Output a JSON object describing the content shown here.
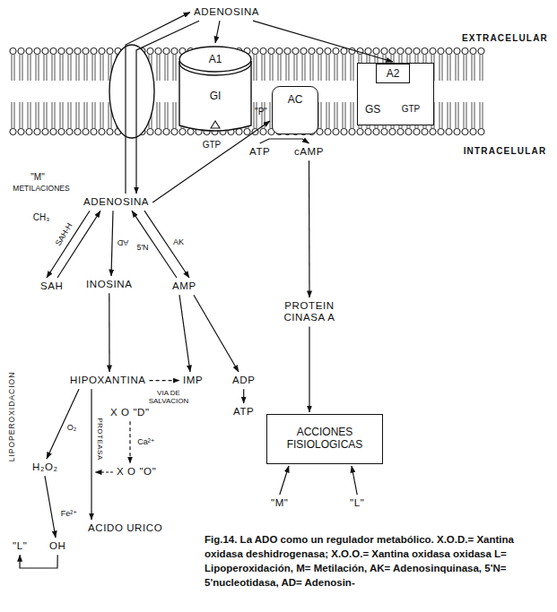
{
  "diagram": {
    "caption": "Fig.14. La ADO como un regulador metabólico. X.O.D.= Xantina oxidasa deshidrogenasa; X.O.O.= Xantina oxidasa oxidasa L= Lipoperoxidación, M= Metilación, AK= Adenosinquinasa, 5'N= 5'nucleotidasa, AD= Adenosin-",
    "nodes": [
      {
        "text": [
          "ADENOSINA"
        ]
      },
      {
        "text": [
          "GI"
        ]
      },
      {
        "text": [
          "A1"
        ],
        "in": 1
      },
      {
        "text": [
          "AC"
        ]
      },
      {
        "text": [
          "GS"
        ]
      },
      {
        "text": [
          "A2"
        ],
        "in": 4
      },
      {
        "text": [
          "ATP"
        ]
      },
      {
        "text": [
          "cAMP"
        ]
      },
      {
        "text": [
          "PROTEIN CINASA A"
        ]
      },
      {
        "text": [
          "ACCIONES FISIOLOGICAS"
        ]
      },
      {
        "text": [
          "\"M\""
        ]
      },
      {
        "text": [
          "\"L\""
        ]
      },
      {
        "text": [
          "ADENOSINA"
        ]
      },
      {
        "text": [
          "SAH"
        ]
      },
      {
        "text": [
          "INOSINA"
        ]
      },
      {
        "text": [
          "AMP"
        ]
      },
      {
        "text": [
          "HIPOXANTINA"
        ]
      },
      {
        "text": [
          "IMP"
        ]
      },
      {
        "text": [
          "ADP"
        ]
      },
      {
        "text": [
          "ATP"
        ]
      },
      {
        "text": [
          "X O \"D\""
        ]
      },
      {
        "text": [
          "X O \"O\""
        ]
      },
      {
        "text": [
          "H₂O₂"
        ]
      },
      {
        "text": [
          "ACIDO URICO"
        ]
      },
      {
        "text": [
          "OH"
        ]
      },
      {
        "text": [
          "\"L\""
        ]
      }
    ],
    "edges": [
      {
        "from": 0,
        "to": 12,
        "arrow": "to"
      },
      {
        "from": 12,
        "to": 0,
        "arrow": "to"
      },
      {
        "from": 0,
        "to": 2,
        "arrow": "to"
      },
      {
        "from": 0,
        "to": 5,
        "arrow": "to"
      },
      {
        "from": 12,
        "to": 3,
        "arrow": "to"
      },
      {
        "from": 6,
        "to": 7,
        "arrow": "to"
      },
      {
        "from": 7,
        "to": 8,
        "arrow": "to"
      },
      {
        "from": 8,
        "to": 9,
        "arrow": "to"
      },
      {
        "from": 10,
        "to": 9,
        "arrow": "to"
      },
      {
        "from": 11,
        "to": 9,
        "arrow": "to"
      },
      {
        "from": 12,
        "to": 13,
        "arrow": "to"
      },
      {
        "from": 13,
        "to": 12,
        "label": "SAH-H",
        "arrow": "to"
      },
      {
        "from": 12,
        "to": 14,
        "label": "AD",
        "arrow": "to"
      },
      {
        "from": 15,
        "to": 12,
        "label": "5'N",
        "arrow": "to"
      },
      {
        "from": 12,
        "to": 15,
        "label": "AK",
        "arrow": "to"
      },
      {
        "from": 14,
        "to": 16,
        "arrow": "to"
      },
      {
        "from": 15,
        "to": 17,
        "arrow": "to"
      },
      {
        "from": 15,
        "to": 18,
        "arrow": "to"
      },
      {
        "from": 18,
        "to": 19,
        "arrow": "to"
      },
      {
        "from": 16,
        "to": 17,
        "label": "VIA DE SALVACION",
        "arrow": "to"
      },
      {
        "from": 16,
        "to": 22,
        "label": "O₂",
        "arrow": "to"
      },
      {
        "from": 16,
        "to": 23,
        "arrow": "to"
      },
      {
        "from": 20,
        "to": 21,
        "label": "Ca²⁺",
        "arrow": "to"
      },
      {
        "from": 22,
        "to": 24,
        "label": "Fe²⁺",
        "arrow": "to"
      },
      {
        "from": 24,
        "to": 25,
        "arrow": "to"
      }
    ],
    "labels": [
      "EXTRACELULAR",
      "GTP",
      "GTP",
      "INTRACELULAR",
      "\"P\"",
      "\"M\"",
      "METILACIONES",
      "CH₃",
      "PROTEASA",
      "LIPOPEROXIDACION"
    ]
  }
}
